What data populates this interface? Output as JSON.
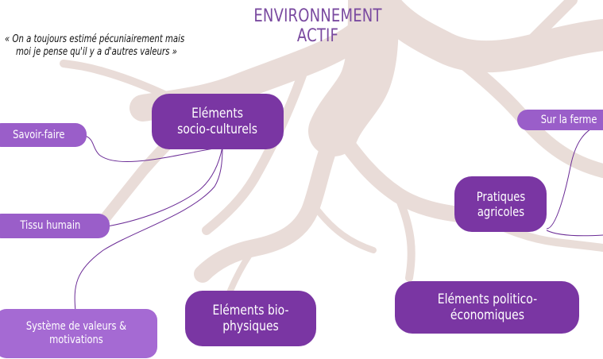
{
  "diagram": {
    "title_lines": [
      "ENVIRONNEMENT",
      "ACTIF"
    ],
    "quote_lines": [
      "« On a toujours estimé pécuniairement mais",
      "moi je pense qu'il y a d'autres valeurs »"
    ],
    "nodes": {
      "socio": [
        "Eléments",
        "socio-culturels"
      ],
      "bio": [
        "Eléments bio-",
        "physiques"
      ],
      "politico": [
        "Eléments politico-",
        "économiques"
      ],
      "pratiques": [
        "Pratiques",
        "agricoles"
      ],
      "savoir": "Savoir-faire",
      "tissu": "Tissu humain",
      "systeme": [
        "Système de valeurs &",
        "motivations"
      ],
      "ferme": "Sur la ferme"
    },
    "colors": {
      "title": "#7a4aa0",
      "main_node": "#7a36a3",
      "leaf_node": "#9a5ec9",
      "connector": "#6b2c96",
      "roots": "#e6d8d4"
    }
  }
}
